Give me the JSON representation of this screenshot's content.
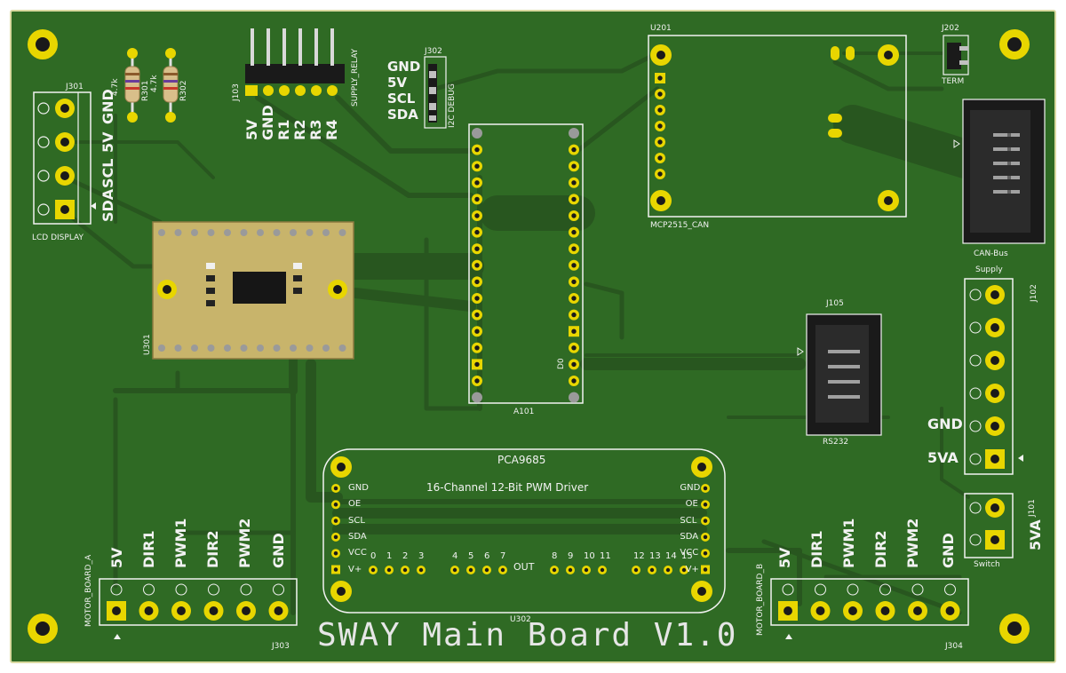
{
  "title": "SWAY Main Board V1.0",
  "colors": {
    "board": "#2f6a24",
    "trace": "#28561f",
    "pad": "#e8d600",
    "silk": "#f2f2f2",
    "header": "#1a1a1a",
    "module": "#c8b46b"
  },
  "refs": {
    "j301": "J301",
    "lcd": "LCD DISPLAY",
    "r301": "R301",
    "r302": "R302",
    "r301v": "4.7k",
    "r302v": "4.7k",
    "j103": "J103",
    "supply_relay": "SUPPLY_RELAY",
    "j302": "J302",
    "i2c_debug": "I2C DEBUG",
    "u201": "U201",
    "mcp": "MCP2515_CAN",
    "j202": "J202",
    "term": "TERM",
    "canbus": "CAN-Bus",
    "supply": "Supply",
    "j102": "J102",
    "j105": "J105",
    "rs232": "RS232",
    "a101": "A101",
    "d0": "D0",
    "u301": "U301",
    "pca": "PCA9685",
    "pca_desc": "16-Channel 12-Bit PWM Driver",
    "out": "OUT",
    "u302": "U302",
    "j101": "J101",
    "switch": "Switch",
    "j303": "J303",
    "j304": "J304",
    "motor_a": "MOTOR_BOARD_A",
    "motor_b": "MOTOR_BOARD_B"
  },
  "j301_pins": [
    "GND",
    "5V",
    "SCL",
    "SDA"
  ],
  "j103_pins": [
    "5V",
    "GND",
    "R1",
    "R2",
    "R3",
    "R4"
  ],
  "j302_pins": [
    "GND",
    "5V",
    "SCL",
    "SDA"
  ],
  "j102_pins": [
    "GND",
    "5VA"
  ],
  "j101_pin": "5VA",
  "pca_left": [
    "GND",
    "OE",
    "SCL",
    "SDA",
    "VCC",
    "V+"
  ],
  "pca_right": [
    "GND",
    "OE",
    "SCL",
    "SDA",
    "VCC",
    "V+"
  ],
  "pca_channels": [
    "0",
    "1",
    "2",
    "3",
    "4",
    "5",
    "6",
    "7",
    "8",
    "9",
    "10",
    "11",
    "12",
    "13",
    "14",
    "15"
  ],
  "motor_a_pins": [
    "5V",
    "DIR1",
    "PWM1",
    "DIR2",
    "PWM2",
    "GND"
  ],
  "motor_b_pins": [
    "5V",
    "DIR1",
    "PWM1",
    "DIR2",
    "PWM2",
    "GND"
  ]
}
